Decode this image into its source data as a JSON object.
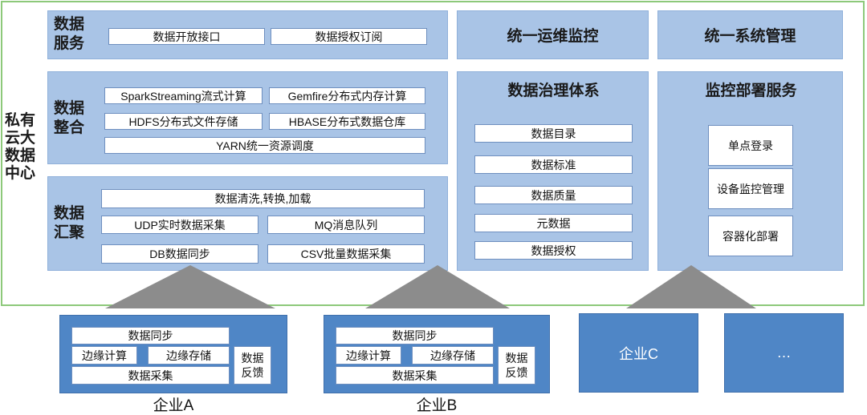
{
  "private_center": {
    "title": "私有云大数据中心"
  },
  "data_service": {
    "title": "数据服务",
    "items": [
      "数据开放接口",
      "数据授权订阅"
    ]
  },
  "data_integration": {
    "title": "数据整合",
    "items": [
      "SparkStreaming流式计算",
      "Gemfire分布式内存计算",
      "HDFS分布式文件存储",
      "HBASE分布式数据仓库",
      "YARN统一资源调度"
    ]
  },
  "data_aggregation": {
    "title": "数据汇聚",
    "items": [
      "数据清洗,转换,加载",
      "UDP实时数据采集",
      "MQ消息队列",
      "DB数据同步",
      "CSV批量数据采集"
    ]
  },
  "ops_monitor": {
    "title": "统一运维监控"
  },
  "system_mgmt": {
    "title": "统一系统管理"
  },
  "governance": {
    "title": "数据治理体系",
    "items": [
      "数据目录",
      "数据标准",
      "数据质量",
      "元数据",
      "数据授权"
    ]
  },
  "deploy_service": {
    "title": "监控部署服务",
    "items": [
      "单点登录",
      "设备监控管理",
      "容器化部署"
    ]
  },
  "enterprise_a": {
    "label": "企业A",
    "sync": "数据同步",
    "edge_compute": "边缘计算",
    "edge_storage": "边缘存储",
    "collect": "数据采集",
    "feedback": "数据反馈"
  },
  "enterprise_b": {
    "label": "企业B",
    "sync": "数据同步",
    "edge_compute": "边缘计算",
    "edge_storage": "边缘存储",
    "collect": "数据采集",
    "feedback": "数据反馈"
  },
  "enterprise_c": {
    "label": "企业C"
  },
  "enterprise_more": {
    "label": "…"
  },
  "colors": {
    "panel": "#a9c4e6",
    "enterprise": "#4f86c6",
    "border_green": "#8dc97a",
    "triangle": "#8c8c8c"
  }
}
